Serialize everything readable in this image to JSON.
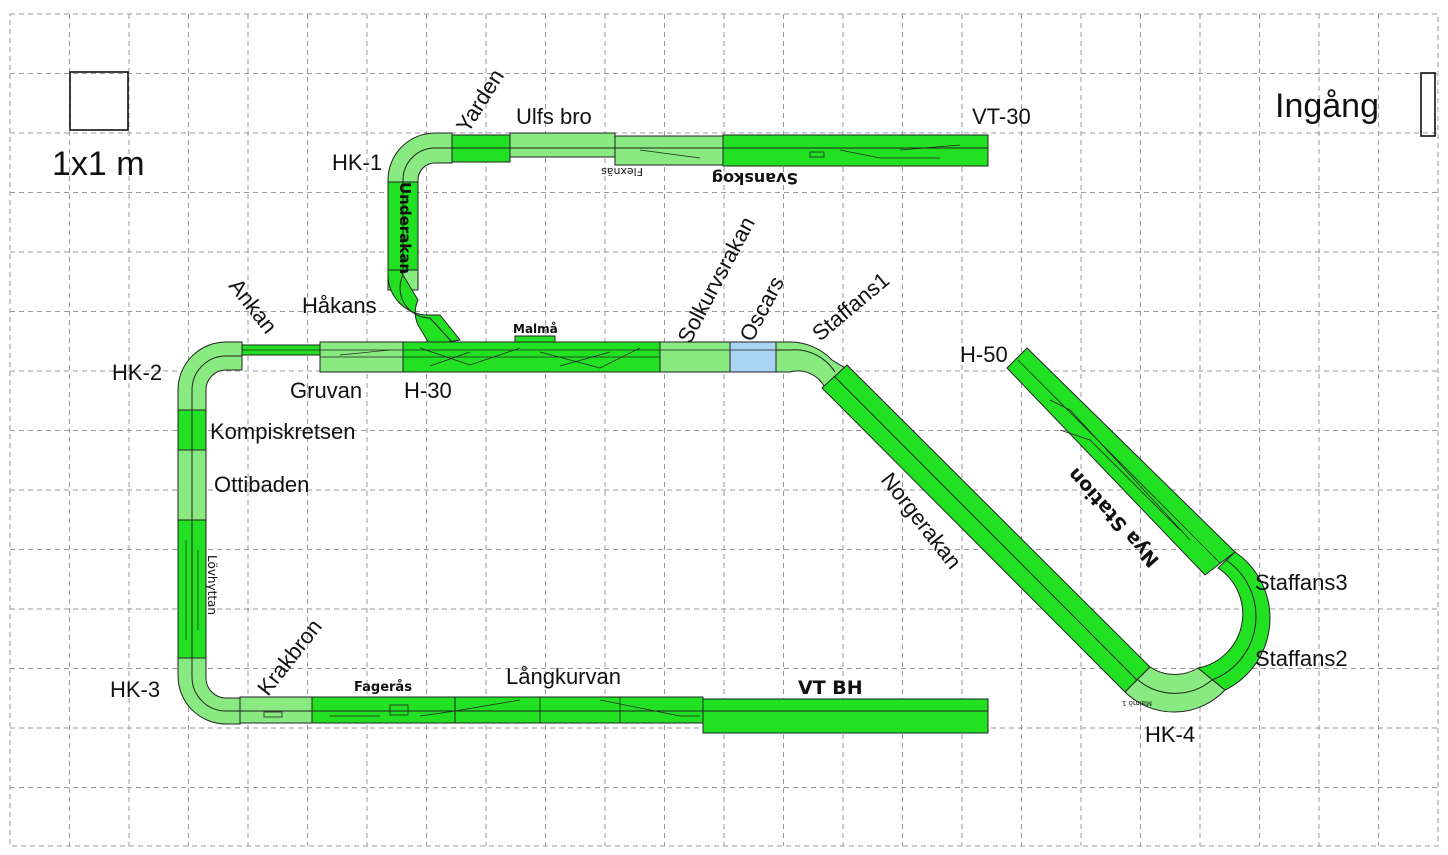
{
  "scale_label": "1x1 m",
  "entrance_label": "Ingång",
  "modules": {
    "hk1": "HK-1",
    "hk2": "HK-2",
    "hk3": "HK-3",
    "hk4": "HK-4",
    "yarden": "Yarden",
    "ulfs_bro": "Ulfs bro",
    "vt30": "VT-30",
    "flexnas": "Flexnäs",
    "svanskog": "Svanskog",
    "underakan": "Underakan",
    "ankan": "Ankan",
    "hakans": "Håkans",
    "malma": "Malmå",
    "solkurvsrakan": "Solkurvsrakan",
    "oscars": "Oscars",
    "staffans1": "Staffans1",
    "h50": "H-50",
    "gruvan": "Gruvan",
    "h30": "H-30",
    "kompiskretsen": "Kompiskretsen",
    "ottibaden": "Ottibaden",
    "lovhyttan": "Lövhyttan",
    "norgerakan": "Norgerakan",
    "nya_station": "Nya Station",
    "staffans3": "Staffans3",
    "staffans2": "Staffans2",
    "krakbron": "Krakbron",
    "fageras": "Fagerås",
    "langkurvan": "Långkurvan",
    "vt_bh": "VT BH",
    "malma_small": "Malmö 1"
  },
  "colors": {
    "bright": "#22e022",
    "light": "#88ea80",
    "blue": "#a8d4f4",
    "outline": "#222222"
  }
}
